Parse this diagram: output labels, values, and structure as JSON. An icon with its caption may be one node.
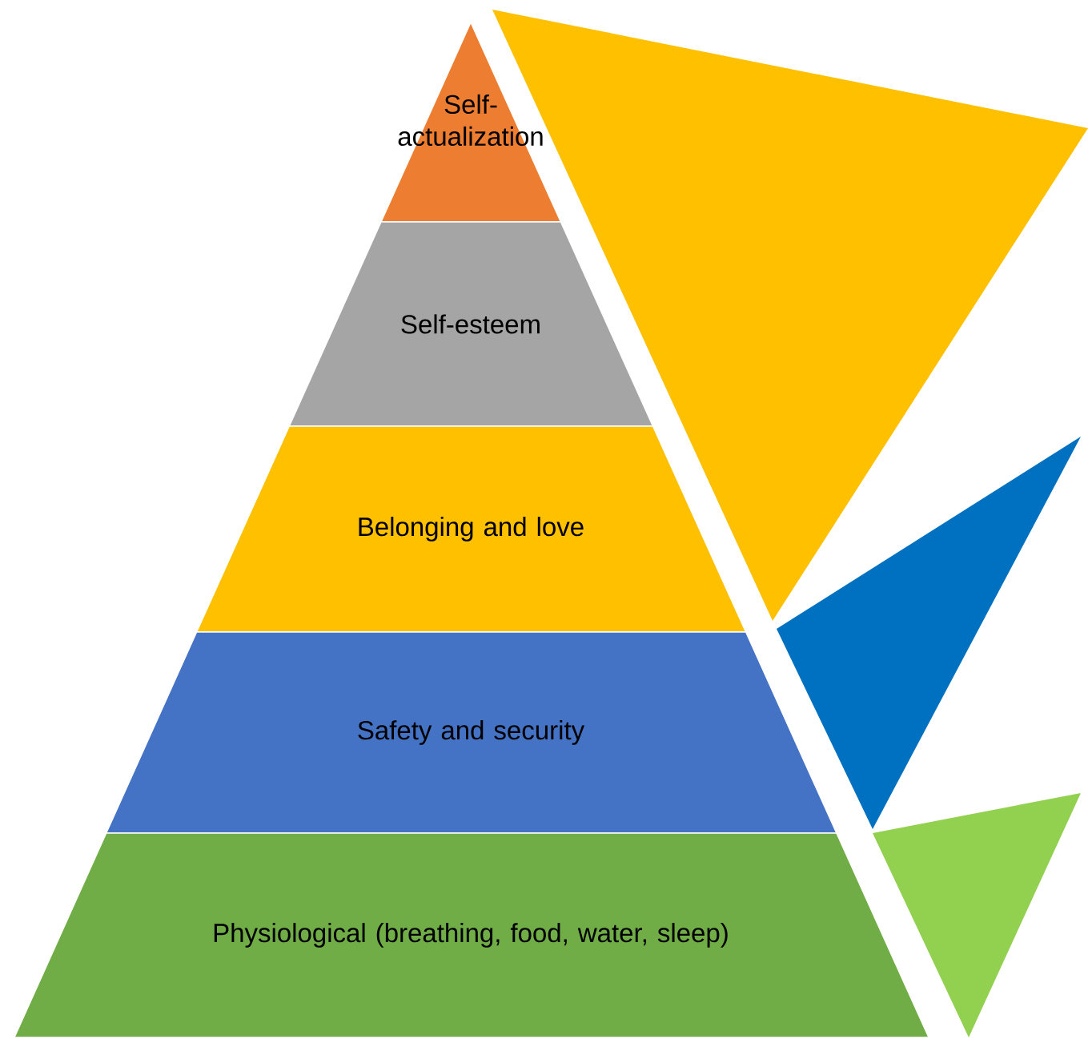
{
  "diagram": {
    "nodes": [
      {
        "text": [
          "Self-actualization"
        ]
      },
      {
        "text": [
          "Self-esteem"
        ]
      },
      {
        "text": [
          "Belonging and love"
        ]
      },
      {
        "text": [
          "Safety and security"
        ]
      },
      {
        "text": [
          "Physiological (breathing, food, water, sleep)"
        ]
      }
    ]
  }
}
